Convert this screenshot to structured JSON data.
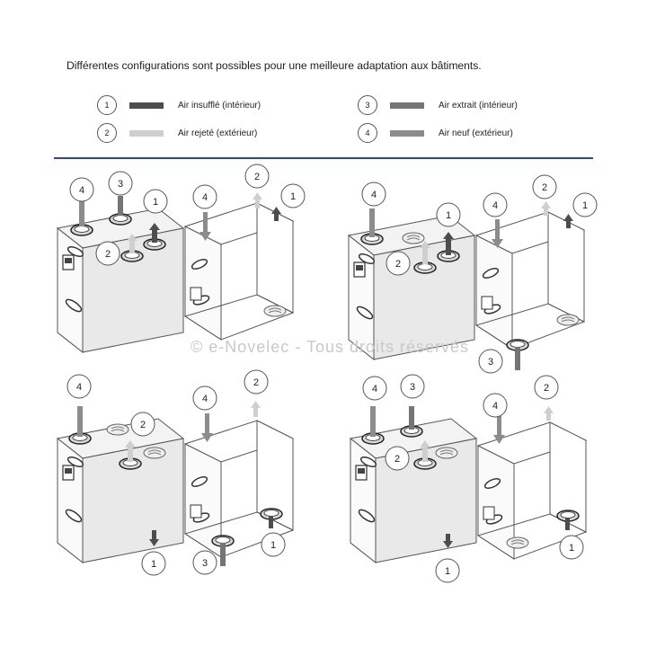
{
  "intro_text": "Différentes configurations sont possibles pour une meilleure adaptation aux bâtiments.",
  "legend": [
    {
      "num": "1",
      "label": "Air insufflé (intérieur)",
      "color": "#4d4d4d"
    },
    {
      "num": "2",
      "label": "Air rejeté (extérieur)",
      "color": "#cfcfcf"
    },
    {
      "num": "3",
      "label": "Air extrait (intérieur)",
      "color": "#757575"
    },
    {
      "num": "4",
      "label": "Air neuf (extérieur)",
      "color": "#8c8c8c"
    }
  ],
  "colors": {
    "insufflated": "#4d4d4d",
    "rejected": "#cfcfcf",
    "extracted": "#757575",
    "fresh": "#8c8c8c",
    "divider": "#2e4a86"
  },
  "watermark": "© e-Novelec - Tous droits réservés",
  "configurations": [
    {
      "markers": [
        "4",
        "3",
        "1",
        "2",
        "4",
        "2",
        "1"
      ]
    },
    {
      "markers": [
        "4",
        "1",
        "2",
        "4",
        "2",
        "1",
        "3"
      ]
    },
    {
      "markers": [
        "4",
        "2",
        "4",
        "2",
        "1",
        "3",
        "1"
      ]
    },
    {
      "markers": [
        "4",
        "3",
        "2",
        "4",
        "2",
        "1",
        "1"
      ]
    }
  ]
}
